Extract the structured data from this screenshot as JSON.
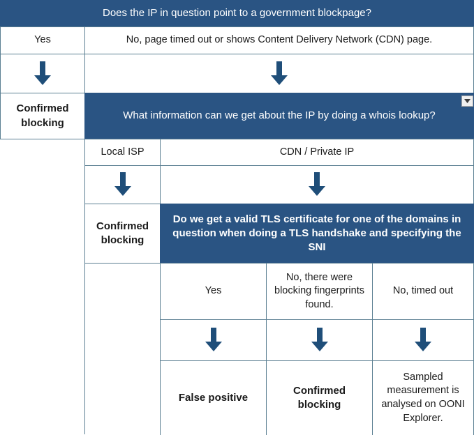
{
  "colors": {
    "question_bg": "#2a5483",
    "arrow": "#1f4e79",
    "border": "#5b7f92",
    "text": "#1a1a1a",
    "question_text": "#ffffff"
  },
  "flowchart": {
    "title": "Does the IP in question point to a government blockpage?",
    "level1": {
      "question": "Does the IP in question point to a government blockpage?",
      "answers": {
        "yes": "Yes",
        "no": "No, page timed out or shows Content Delivery Network (CDN) page."
      },
      "outcome_yes": "Confirmed blocking"
    },
    "level2": {
      "question": "What information can we get about the IP by doing a whois lookup?",
      "answers": {
        "local_isp": "Local ISP",
        "cdn_private": "CDN / Private IP"
      },
      "outcome_local_isp": "Confirmed blocking"
    },
    "level3": {
      "question": "Do we get a valid TLS certificate for one of the domains in question when doing a TLS handshake and specifying the SNI",
      "answers": {
        "yes": "Yes",
        "fingerprints": "No, there were blocking fingerprints found.",
        "timed_out": "No, timed out"
      },
      "outcomes": {
        "yes": "False positive",
        "fingerprints": "Confirmed blocking",
        "timed_out": "Sampled measurement is analysed on OONI Explorer."
      }
    },
    "widgets": {
      "dropdown_label": "dropdown"
    },
    "icons": {
      "arrow_down": "arrow-down-icon",
      "dropdown_triangle": "triangle-down-icon"
    }
  }
}
